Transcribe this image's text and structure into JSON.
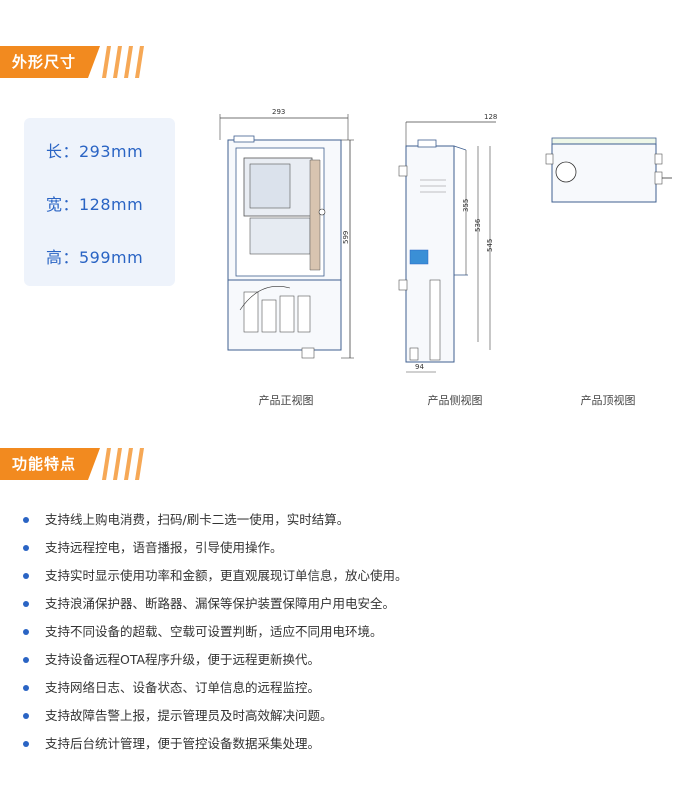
{
  "sections": {
    "dimensions_title": "外形尺寸",
    "features_title": "功能特点"
  },
  "specs": {
    "length": "长：293mm",
    "width": "宽：128mm",
    "height": "高：599mm"
  },
  "diagrams": {
    "front": {
      "caption": "产品正视图",
      "dim_width": "293",
      "dim_height": "599"
    },
    "side": {
      "caption": "产品侧视图",
      "dim_top": "128",
      "dim_a": "355",
      "dim_b": "536",
      "dim_c": "545",
      "dim_bottom": "94"
    },
    "top": {
      "caption": "产品顶视图"
    }
  },
  "features": [
    "支持线上购电消费，扫码/刷卡二选一使用，实时结算。",
    "支持远程控电，语音播报，引导使用操作。",
    "支持实时显示使用功率和金额，更直观展现订单信息，放心使用。",
    "支持浪涌保护器、断路器、漏保等保护装置保障用户用电安全。",
    "支持不同设备的超载、空载可设置判断，适应不同用电环境。",
    "支持设备远程OTA程序升级，便于远程更新换代。",
    "支持网络日志、设备状态、订单信息的远程监控。",
    "支持故障告警上报，提示管理员及时高效解决问题。",
    "支持后台统计管理，便于管控设备数据采集处理。"
  ],
  "colors": {
    "accent_orange": "#f28a1f",
    "accent_blue": "#2a64c4",
    "card_bg": "#eef3fb"
  }
}
